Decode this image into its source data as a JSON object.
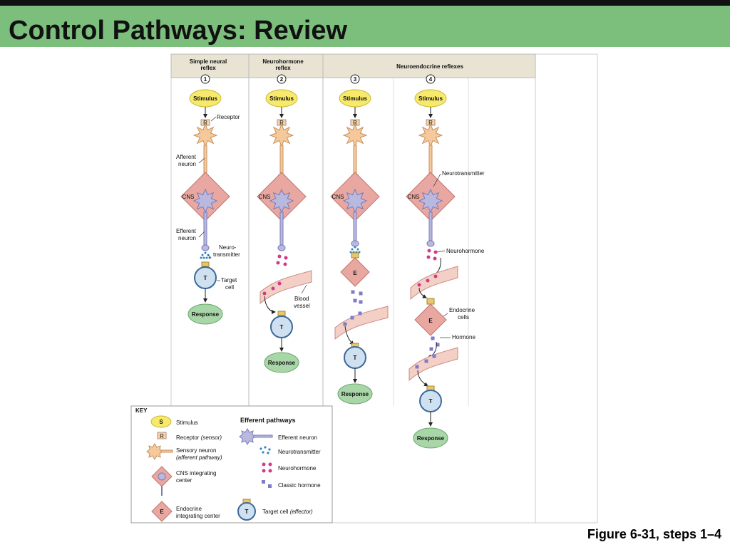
{
  "slide": {
    "title": "Control Pathways: Review",
    "caption": "Figure 6-31, steps 1–4"
  },
  "columns": [
    {
      "header_lines": [
        "Simple neural",
        "reflex"
      ],
      "step": "1"
    },
    {
      "header_lines": [
        "Neurohormone",
        "reflex"
      ],
      "step": "2"
    },
    {
      "header_lines": [
        "Neuroendocrine reflexes"
      ],
      "step": "3"
    },
    {
      "header_lines": [],
      "step": "4"
    }
  ],
  "node_labels": {
    "stimulus": "Stimulus",
    "receptor_mark": "R",
    "cns": "CNS",
    "endocrine_mark": "E",
    "target_mark": "T",
    "response": "Response"
  },
  "annotations": {
    "receptor": "Receptor",
    "afferent_neuron": [
      "Afferent",
      "neuron"
    ],
    "efferent_neuron": [
      "Efferent",
      "neuron"
    ],
    "neuro_transmitter": [
      "Neuro-",
      "transmitter"
    ],
    "target_cell": [
      "Target",
      "cell"
    ],
    "blood_vessel": [
      "Blood",
      "vessel"
    ],
    "neurotransmitter": "Neurotransmitter",
    "neurohormone": "Neurohormone",
    "endocrine_cells": [
      "Endocrine",
      "cells"
    ],
    "hormone": "Hormone"
  },
  "key": {
    "title": "KEY",
    "efferent_title": "Efferent pathways",
    "stimulus_mark": "S",
    "stimulus": "Stimulus",
    "receptor_mark": "R",
    "receptor_text": "Receptor ",
    "receptor_italic": "(sensor)",
    "sensory_neuron": "Sensory neuron",
    "sensory_italic": "(afferent pathway)",
    "cns_center": [
      "CNS integrating",
      "center"
    ],
    "endocrine_mark": "E",
    "endocrine_center": [
      "Endocrine",
      "integrating center"
    ],
    "efferent_neuron": "Efferent neuron",
    "neurotransmitter": "Neurotransmitter",
    "neurohormone": "Neurohormone",
    "classic_hormone": "Classic hormone",
    "target_mark": "T",
    "target_text": "Target cell ",
    "target_italic": "(effector)"
  },
  "colors": {
    "title_bar": "#7cbf7c",
    "stimulus": "#f6e96b",
    "sensory_neuron": "#f5c99b",
    "cns": "#e8a7a0",
    "efferent_neuron": "#b9b9e0",
    "target_cell": "#cfe0f0",
    "response": "#a8d6a8",
    "neurotransmitter": "#2f86c8",
    "neurohormone": "#d03a8a",
    "hormone": "#7c7cc8",
    "blood_vessel": "#f3cfc6",
    "header": "#e8e3d2"
  }
}
